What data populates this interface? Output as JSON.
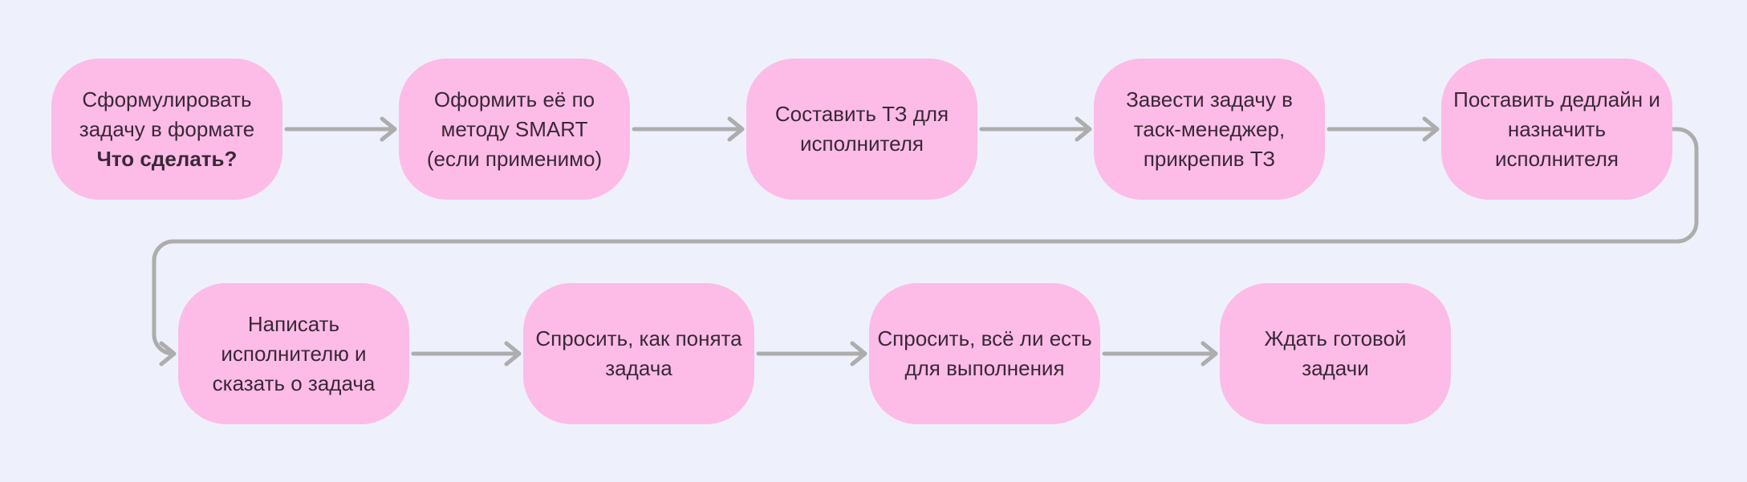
{
  "diagram": {
    "type": "flowchart",
    "language": "ru",
    "colors": {
      "background": "#eef1fb",
      "node_fill": "#fcbce7",
      "node_text": "#3a2838",
      "arrow": "#adadad"
    },
    "steps": [
      {
        "id": 1,
        "lines": [
          "Сформулировать",
          "задачу в формате"
        ],
        "bold_line": "Что сделать?"
      },
      {
        "id": 2,
        "lines": [
          "Оформить её по",
          "методу SMART",
          "(если применимо)"
        ]
      },
      {
        "id": 3,
        "lines": [
          "Составить ТЗ для",
          "исполнителя"
        ]
      },
      {
        "id": 4,
        "lines": [
          "Завести задачу в",
          "таск-менеджер,",
          "прикрепив ТЗ"
        ]
      },
      {
        "id": 5,
        "lines": [
          "Поставить дедлайн и",
          "назначить",
          "исполнителя"
        ]
      },
      {
        "id": 6,
        "lines": [
          "Написать",
          "исполнителю и",
          "сказать о задача"
        ]
      },
      {
        "id": 7,
        "lines": [
          "Спросить, как понята",
          "задача"
        ]
      },
      {
        "id": 8,
        "lines": [
          "Спросить, всё ли есть",
          "для выполнения"
        ]
      },
      {
        "id": 9,
        "lines": [
          "Ждать готовой",
          "задачи"
        ]
      }
    ],
    "connections": [
      {
        "from": 1,
        "to": 2,
        "type": "straight"
      },
      {
        "from": 2,
        "to": 3,
        "type": "straight"
      },
      {
        "from": 3,
        "to": 4,
        "type": "straight"
      },
      {
        "from": 4,
        "to": 5,
        "type": "straight"
      },
      {
        "from": 5,
        "to": 6,
        "type": "wrap-around"
      },
      {
        "from": 6,
        "to": 7,
        "type": "straight"
      },
      {
        "from": 7,
        "to": 8,
        "type": "straight"
      },
      {
        "from": 8,
        "to": 9,
        "type": "straight"
      }
    ]
  }
}
